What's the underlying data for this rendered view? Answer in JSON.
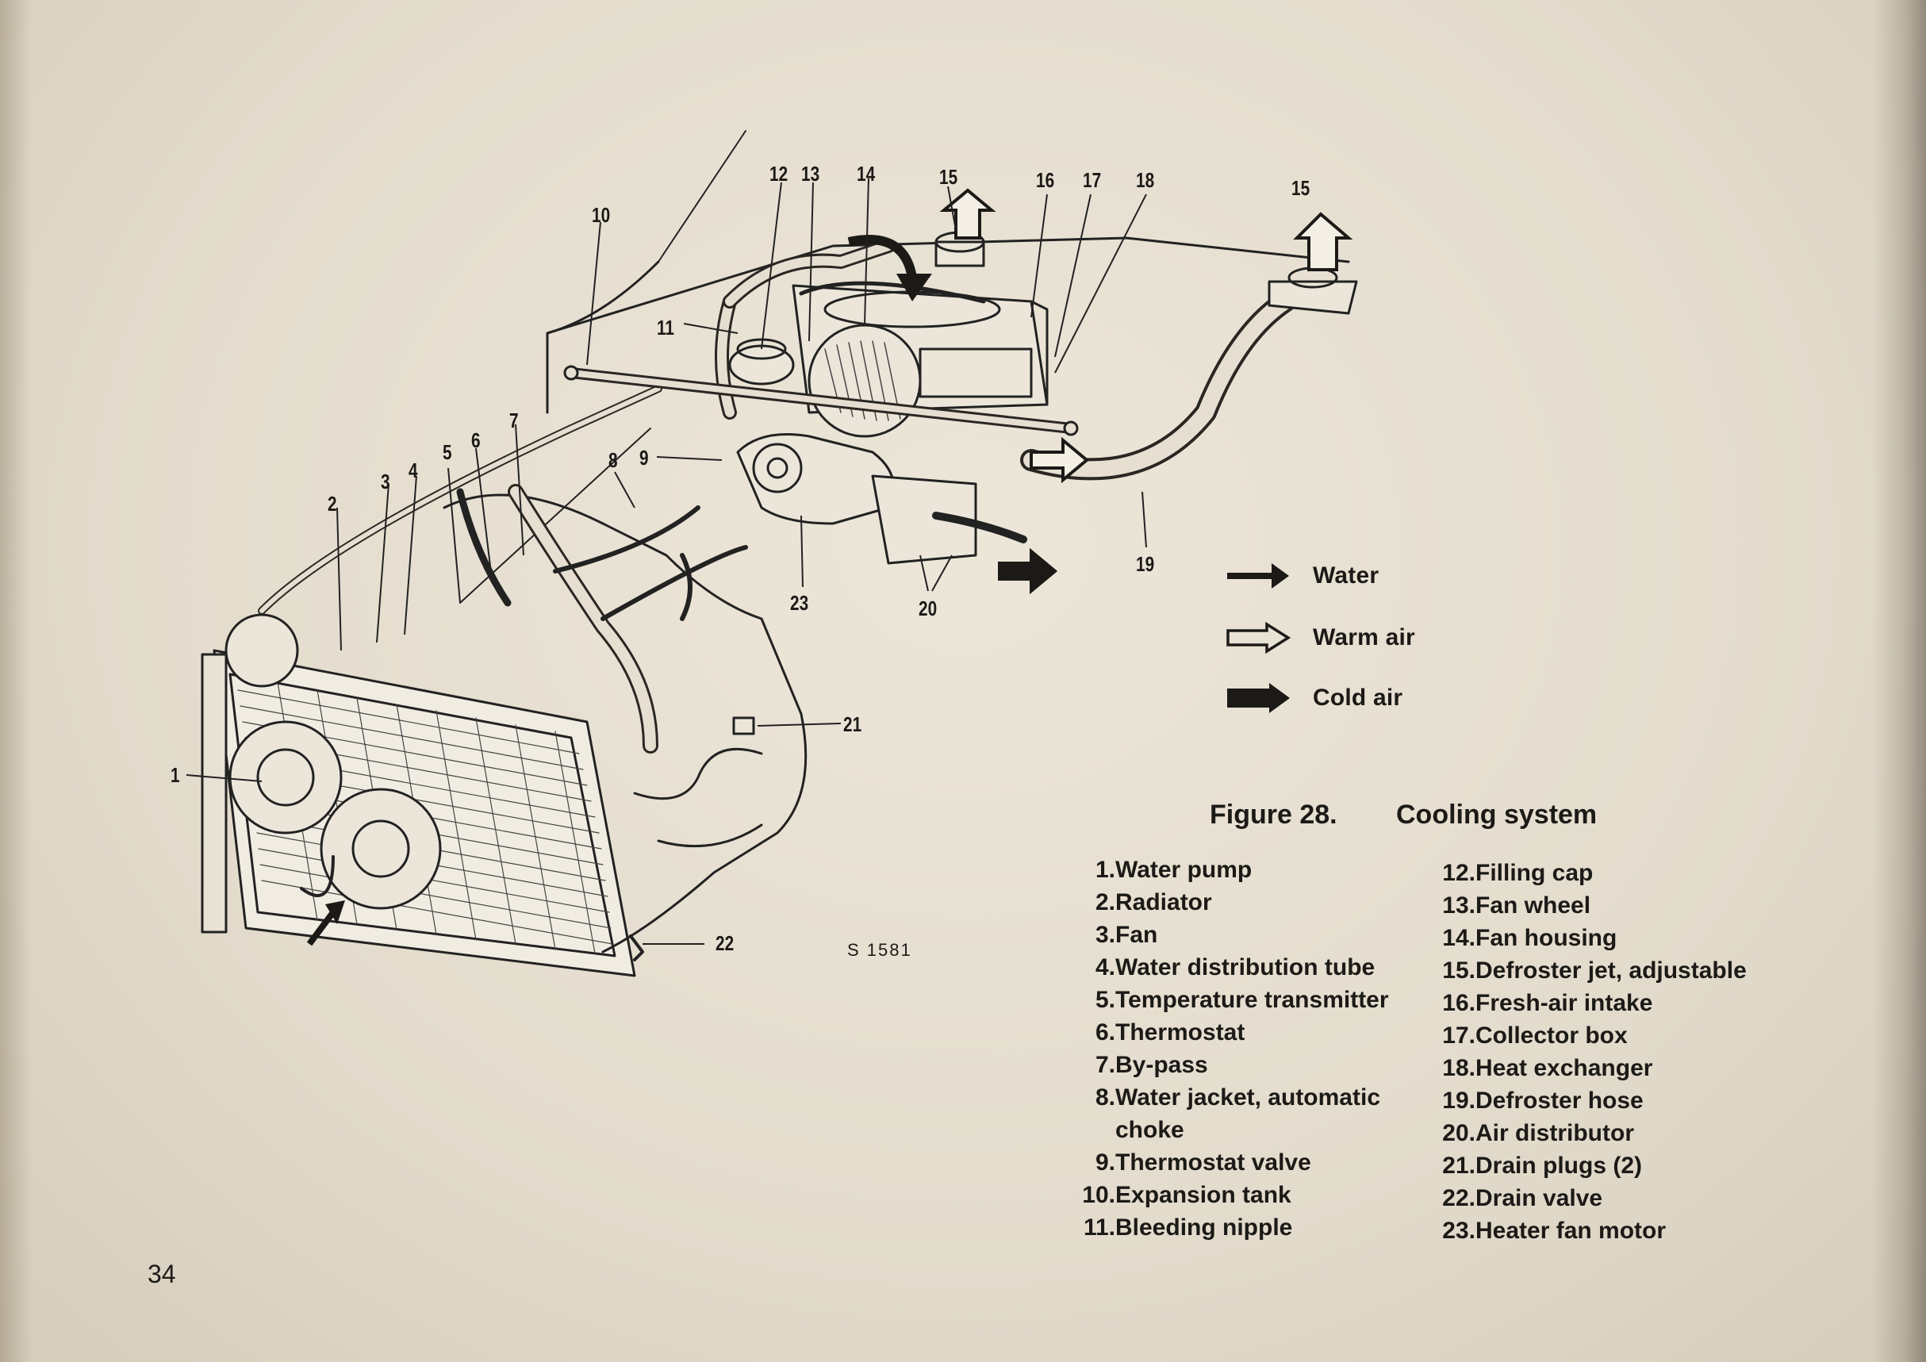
{
  "figure": {
    "number": "Figure 28.",
    "title": "Cooling system",
    "code": "S 1581"
  },
  "page_number": "34",
  "legend": [
    {
      "label": "Water",
      "style": "solid-thin",
      "icon": "arrow-right-icon"
    },
    {
      "label": "Warm air",
      "style": "outline",
      "icon": "arrow-right-outline-icon"
    },
    {
      "label": "Cold air",
      "style": "solid-thick",
      "icon": "arrow-right-bold-icon"
    }
  ],
  "parts_left": [
    {
      "num": "1.",
      "label": "Water pump"
    },
    {
      "num": "2.",
      "label": "Radiator"
    },
    {
      "num": "3.",
      "label": "Fan"
    },
    {
      "num": "4.",
      "label": "Water distribution tube"
    },
    {
      "num": "5.",
      "label": "Temperature transmitter"
    },
    {
      "num": "6.",
      "label": "Thermostat"
    },
    {
      "num": "7.",
      "label": "By-pass"
    },
    {
      "num": "8.",
      "label": "Water jacket, automatic",
      "cont": "choke"
    },
    {
      "num": "9.",
      "label": "Thermostat valve"
    },
    {
      "num": "10.",
      "label": "Expansion tank"
    },
    {
      "num": "11.",
      "label": "Bleeding nipple"
    }
  ],
  "parts_right": [
    {
      "num": "12.",
      "label": "Filling cap"
    },
    {
      "num": "13.",
      "label": "Fan wheel"
    },
    {
      "num": "14.",
      "label": "Fan housing"
    },
    {
      "num": "15.",
      "label": "Defroster jet, adjustable"
    },
    {
      "num": "16.",
      "label": "Fresh-air intake"
    },
    {
      "num": "17.",
      "label": "Collector box"
    },
    {
      "num": "18.",
      "label": "Heat exchanger"
    },
    {
      "num": "19.",
      "label": "Defroster hose"
    },
    {
      "num": "20.",
      "label": "Air distributor"
    },
    {
      "num": "21.",
      "label": "Drain plugs (2)"
    },
    {
      "num": "22.",
      "label": "Drain valve"
    },
    {
      "num": "23.",
      "label": "Heater fan motor"
    }
  ],
  "callouts": [
    "1",
    "2",
    "3",
    "4",
    "5",
    "6",
    "7",
    "8",
    "9",
    "10",
    "11",
    "12",
    "13",
    "14",
    "15",
    "15",
    "16",
    "17",
    "18",
    "19",
    "20",
    "21",
    "22",
    "23"
  ]
}
